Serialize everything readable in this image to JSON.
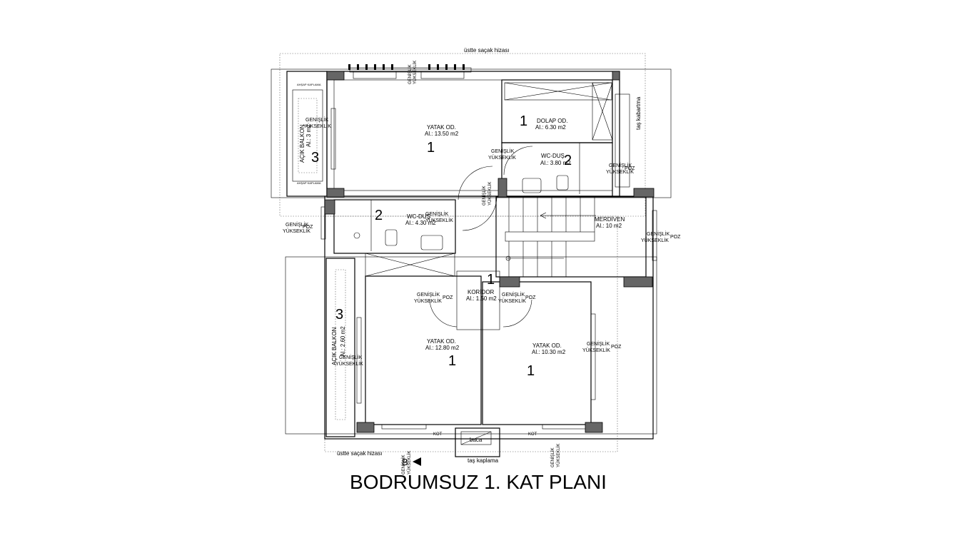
{
  "title": "BODRUMSUZ 1. KAT PLANI",
  "eaves_label": "üstte saçak hizası",
  "stone_label": "taş kaplama",
  "stone_emboss": "taş kabartma",
  "chimney": "baca",
  "section_marker": "B",
  "window_width": "GENİŞLİK",
  "window_height": "YÜKSEKLİK",
  "poz": "POZ",
  "kot": "KOT",
  "wood": "AHŞAP KAPLAMA",
  "rooms": [
    {
      "name": "YATAK OD.",
      "area": "Al.: 13.50 m2",
      "num": "1"
    },
    {
      "name": "DOLAP OD.",
      "area": "Al.: 6.30 m2",
      "num": "1"
    },
    {
      "name": "WC-DUŞ",
      "area": "Al.: 3.80 m2",
      "num": "2"
    },
    {
      "name": "AÇIK BALKON",
      "area": "Al.: 3 m2",
      "num": "3"
    },
    {
      "name": "WC-DUŞ",
      "area": "Al.: 4.30 m2",
      "num": "2"
    },
    {
      "name": "MERDİVEN",
      "area": "Al.: 10 m2",
      "num": ""
    },
    {
      "name": "KORİDOR",
      "area": "Al.: 1.50 m2",
      "num": "1"
    },
    {
      "name": "YATAK OD.",
      "area": "Al.: 12.80 m2",
      "num": "1"
    },
    {
      "name": "YATAK OD.",
      "area": "Al.: 10.30 m2",
      "num": "1"
    },
    {
      "name": "AÇIK BALKON",
      "area": "Al.: 2.60 m2",
      "num": "3"
    }
  ]
}
